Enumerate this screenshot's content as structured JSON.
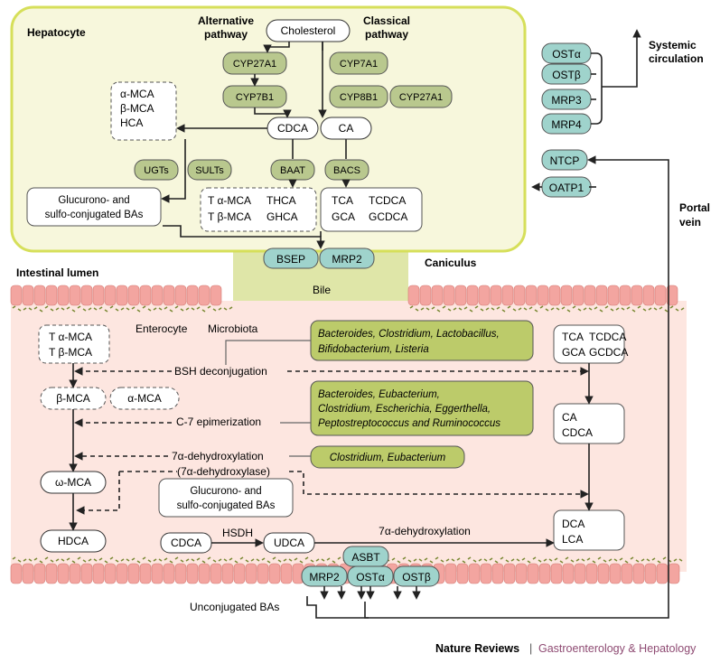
{
  "hepatocyte": {
    "title": "Hepatocyte",
    "cholesterol": "Cholesterol",
    "alt_pathway": [
      "Alternative",
      "pathway"
    ],
    "classical_pathway": [
      "Classical",
      "pathway"
    ],
    "enzymes": {
      "cyp27a1_left": "CYP27A1",
      "cyp7a1": "CYP7A1",
      "cyp7b1": "CYP7B1",
      "cyp8b1": "CYP8B1",
      "cyp27a1_right": "CYP27A1",
      "ugts": "UGTs",
      "sults": "SULTs",
      "baat": "BAAT",
      "bacs": "BACS"
    },
    "mca_box": [
      "α-MCA",
      "β-MCA",
      "HCA"
    ],
    "cdca": "CDCA",
    "ca": "CA",
    "gluc_box": [
      "Glucurono- and",
      "sulfo-conjugated BAs"
    ],
    "tauro_box": [
      "T α-MCA",
      "THCA",
      "T β-MCA",
      "GHCA"
    ],
    "conj_box": [
      "TCA",
      "TCDCA",
      "GCA",
      "GCDCA"
    ],
    "transporters_right": [
      "OSTα",
      "OSTβ",
      "MRP3",
      "MRP4"
    ],
    "ntcp": "NTCP",
    "oatp1": "OATP1",
    "systemic": [
      "Systemic",
      "circulation"
    ],
    "portal": [
      "Portal",
      "vein"
    ]
  },
  "canaliculus": {
    "bsep": "BSEP",
    "mrp2": "MRP2",
    "label": "Caniculus",
    "bile": "Bile"
  },
  "intestine": {
    "lumen_label": "Intestinal lumen",
    "enterocyte": "Enterocyte",
    "microbiota": "Microbiota",
    "t_mca_box": [
      "T α-MCA",
      "T β-MCA"
    ],
    "beta_mca": "β-MCA",
    "alpha_mca": "α-MCA",
    "omega_mca": "ω-MCA",
    "hdca": "HDCA",
    "gluc_box": [
      "Glucurono- and",
      "sulfo-conjugated BAs"
    ],
    "cdca": "CDCA",
    "hsdh": "HSDH",
    "udca": "UDCA",
    "dehydrox_right": "7α-dehydroxylation",
    "conj_box": [
      "TCA",
      "TCDCA",
      "GCA",
      "GCDCA"
    ],
    "ca_cdca": [
      "CA",
      "CDCA"
    ],
    "dca_lca": [
      "DCA",
      "LCA"
    ],
    "bsh": "BSH deconjugation",
    "c7": "C-7 epimerization",
    "dehydrox": "7α-dehydroxylation",
    "dehydroxylase": "(7α-dehydroxylase)",
    "bacteria_1": [
      "Bacteroides, Clostridium, Lactobacillus,",
      "Bifidobacterium, Listeria"
    ],
    "bacteria_2": [
      "Bacteroides, Eubacterium,",
      "Clostridium, Escherichia, Eggerthella,",
      "Peptostreptococcus and Ruminococcus"
    ],
    "bacteria_3": "Clostridium, Eubacterium",
    "asbt": "ASBT",
    "mrp2": "MRP2",
    "ost_a": "OSTα",
    "ost_b": "OSTβ",
    "unconjugated": "Unconjugated BAs"
  },
  "credit": {
    "journal": "Nature Reviews",
    "separator": "|",
    "section": "Gastroenterology & Hepatology"
  },
  "colors": {
    "hepatocyte_fill": "#f7f7dc",
    "hepatocyte_stroke": "#d6df5a",
    "enzyme_fill": "#b9c88e",
    "transporter_fill": "#9fd3cc",
    "lumen_fill": "#fde6e0",
    "cell_fill": "#f3a5a0",
    "canal_fill": "#dfe6a8",
    "bacteria_fill": "#bccb6a",
    "credit_accent": "#8e4a72"
  }
}
